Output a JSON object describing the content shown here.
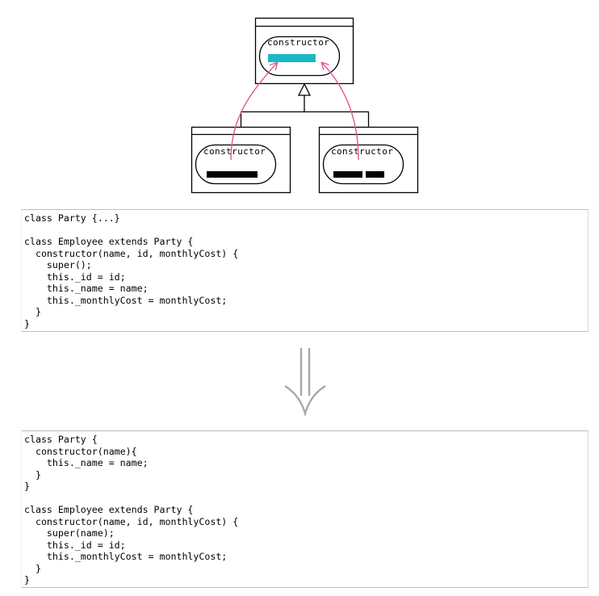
{
  "diagram": {
    "parent_class": {
      "constructor_label": "constructor"
    },
    "left_child": {
      "constructor_label": "constructor"
    },
    "right_child": {
      "constructor_label": "constructor"
    },
    "colors": {
      "highlight": "#1ab8c6",
      "arrow": "#e0589a",
      "line": "#000000"
    }
  },
  "code_before": {
    "lines": [
      "class Party {...}",
      "",
      "class Employee extends Party {",
      "  constructor(name, id, monthlyCost) {",
      "    super();",
      "    this._id = id;",
      "    this._name = name;",
      "    this._monthlyCost = monthlyCost;",
      "  }",
      "}"
    ]
  },
  "transition_arrow": {
    "icon": "down-arrow-icon",
    "color": "#a8a8a8"
  },
  "code_after": {
    "lines": [
      "class Party {",
      "  constructor(name){",
      "    this._name = name;",
      "  }",
      "}",
      "",
      "class Employee extends Party {",
      "  constructor(name, id, monthlyCost) {",
      "    super(name);",
      "    this._id = id;",
      "    this._monthlyCost = monthlyCost;",
      "  }",
      "}"
    ]
  }
}
